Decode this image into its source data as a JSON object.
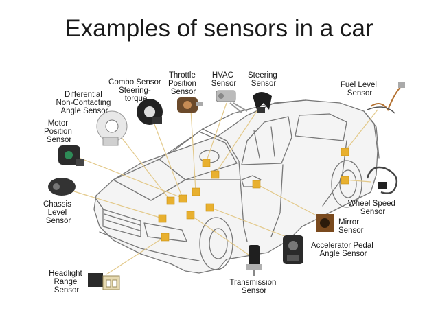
{
  "title": "Examples of sensors in a car",
  "colors": {
    "marker": "#e8b02f",
    "leader": "#e3c98a",
    "outline": "#777777"
  },
  "sensors": {
    "combo": [
      "Combo Sensor",
      "Steering-",
      "torque"
    ],
    "throttle": [
      "Throttle",
      "Position",
      "Sensor"
    ],
    "hvac": [
      "HVAC",
      "Sensor"
    ],
    "steering": [
      "Steering",
      "Sensor"
    ],
    "fuel": [
      "Fuel Level",
      "Sensor"
    ],
    "differential": [
      "Differential",
      "Non-Contacting",
      "Angle Sensor"
    ],
    "motor": [
      "Motor",
      "Position",
      "Sensor"
    ],
    "chassis": [
      "Chassis",
      "Level",
      "Sensor"
    ],
    "wheel": [
      "Wheel Speed",
      "Sensor"
    ],
    "mirror": [
      "Mirror",
      "Sensor"
    ],
    "accelerator": [
      "Accelerator Pedal",
      "Angle Sensor"
    ],
    "transmission": [
      "Transmission",
      "Sensor"
    ],
    "headlight": [
      "Headlight",
      "Range",
      "Sensor"
    ]
  }
}
